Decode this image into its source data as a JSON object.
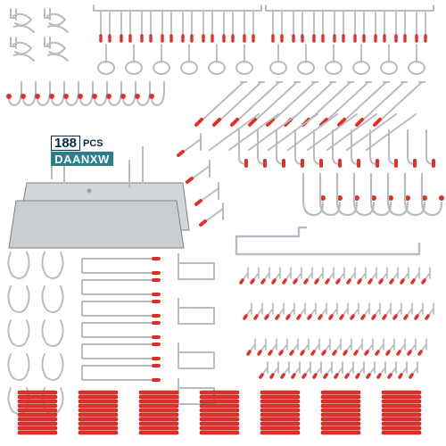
{
  "product": {
    "piece_count": "188",
    "unit": "PCS",
    "brand": "DAANXW"
  },
  "colors": {
    "background": "#ffffff",
    "metal": "#b8bcc2",
    "metal_dark": "#7d8288",
    "cap_red": "#e0302a",
    "badge_teal": "#2a7e8e",
    "badge_navy": "#0b2a4a"
  }
}
